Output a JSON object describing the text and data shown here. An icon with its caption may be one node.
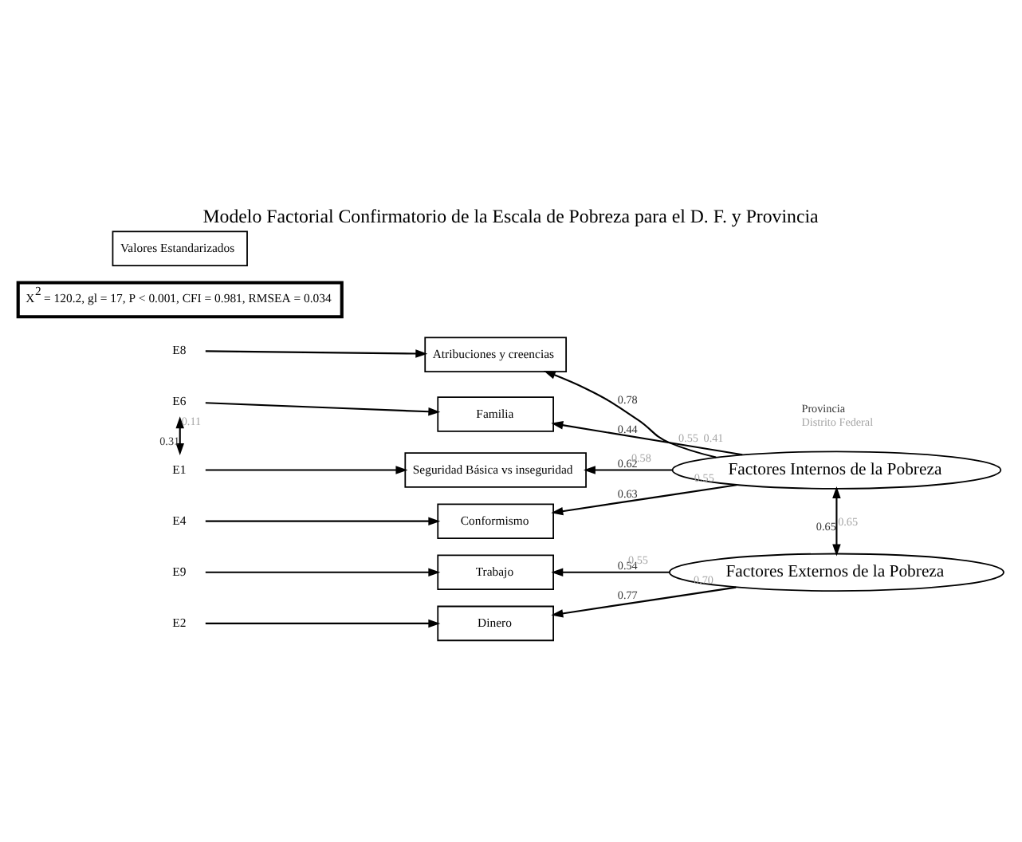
{
  "diagram": {
    "title": "Modelo Factorial Confirmatorio de la Escala de Pobreza para el D. F. y Provincia",
    "nodes": [
      {
        "text": [
          "E8"
        ]
      },
      {
        "text": [
          "Atribuciones y creencias"
        ]
      },
      {
        "text": [
          "E6"
        ]
      },
      {
        "text": [
          "Familia"
        ]
      },
      {
        "text": [
          "E4"
        ]
      },
      {
        "text": [
          "Conformismo"
        ]
      },
      {
        "text": [
          "E1"
        ]
      },
      {
        "text": [
          "Seguridad Básica vs inseguridad"
        ]
      },
      {
        "text": [
          "Factores Internos de la Pobreza"
        ]
      },
      {
        "text": [
          "E9"
        ]
      },
      {
        "text": [
          "Trabajo"
        ]
      },
      {
        "text": [
          "E2"
        ]
      },
      {
        "text": [
          "Dinero"
        ]
      },
      {
        "text": [
          "Factores Externos de la Pobreza"
        ]
      },
      {
        "text": [
          "X$^{2}$ = 120.2, gl = 17, P < 0.001, CFI = 0.981, RMSEA = 0.034"
        ]
      },
      {
        "text": [
          "Valores Estandarizados"
        ]
      }
    ],
    "edges": [
      {
        "from": 0,
        "to": 1,
        "arrow": "to"
      },
      {
        "from": 2,
        "to": 3,
        "arrow": "to"
      },
      {
        "from": 4,
        "to": 5,
        "arrow": "to"
      },
      {
        "from": 6,
        "to": 7,
        "arrow": "to"
      },
      {
        "from": 2,
        "to": 6,
        "arrow": "both",
        "label": "0.31"
      },
      {
        "from": 8,
        "to": 1,
        "arrow": "to",
        "label": "0.78"
      },
      {
        "from": 8,
        "to": 3,
        "arrow": "to",
        "label": "0.44"
      },
      {
        "from": 8,
        "to": 5,
        "arrow": "to",
        "label": "0.63"
      },
      {
        "from": 8,
        "to": 7,
        "arrow": "to",
        "label": "0.62"
      },
      {
        "from": 8,
        "to": 13,
        "arrow": "both",
        "label": "0.65"
      },
      {
        "from": 9,
        "to": 10,
        "arrow": "to"
      },
      {
        "from": 11,
        "to": 12,
        "arrow": "to"
      },
      {
        "from": 13,
        "to": 10,
        "arrow": "to",
        "label": "0.54"
      },
      {
        "from": 13,
        "to": 12,
        "arrow": "to",
        "label": "0.77"
      }
    ],
    "labels": [
      "0.55",
      "0.41",
      "0.11",
      "0.55",
      "0.58",
      "0.65",
      "0.55",
      "0.70"
    ],
    "legend": [
      {
        "text": "Provincia",
        "color": "#333333"
      },
      {
        "text": "Distrito Federal",
        "color": "#a6a6a6"
      }
    ]
  }
}
